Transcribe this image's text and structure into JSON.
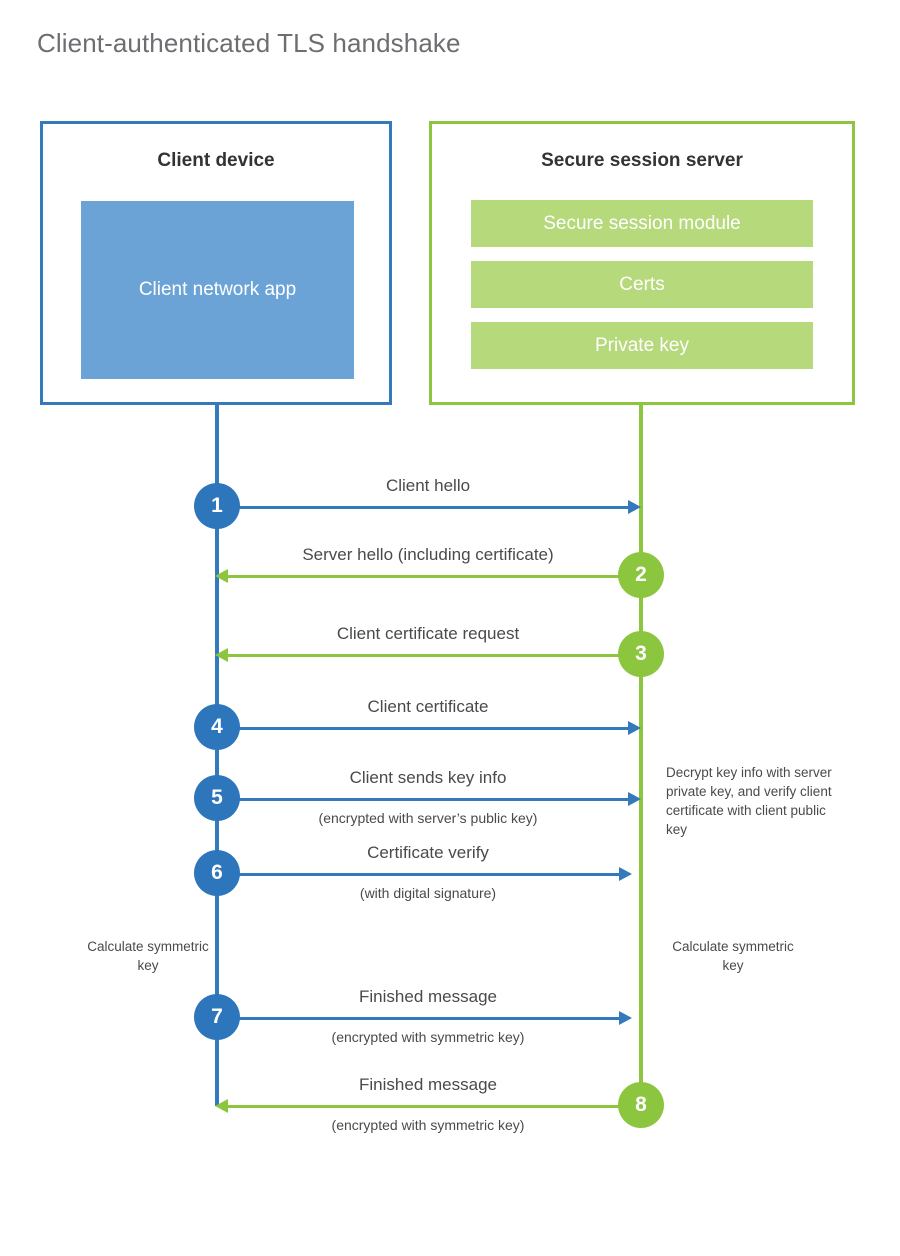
{
  "title": "Client-authenticated TLS handshake",
  "colors": {
    "client_accent": "#3579bd",
    "client_circle": "#2e76bc",
    "client_fill": "#6ba3d6",
    "server_accent": "#8cc63f",
    "server_fill": "#b5d97b",
    "title_text": "#6d6e71",
    "body_text": "#4a4a4a"
  },
  "client": {
    "title": "Client device",
    "app_label": "Client network app"
  },
  "server": {
    "title": "Secure session server",
    "bars": [
      {
        "label": "Secure session module"
      },
      {
        "label": "Certs"
      },
      {
        "label": "Private key"
      }
    ]
  },
  "messages": [
    {
      "number": "1",
      "label": "Client hello",
      "sublabel": "",
      "direction": "client-to-server",
      "color": "blue"
    },
    {
      "number": "2",
      "label": "Server hello (including certificate)",
      "sublabel": "",
      "direction": "server-to-client",
      "color": "green"
    },
    {
      "number": "3",
      "label": "Client certificate request",
      "sublabel": "",
      "direction": "server-to-client",
      "color": "green"
    },
    {
      "number": "4",
      "label": "Client certificate",
      "sublabel": "",
      "direction": "client-to-server",
      "color": "blue"
    },
    {
      "number": "5",
      "label": "Client sends key info",
      "sublabel": "(encrypted with server’s public key)",
      "direction": "client-to-server",
      "color": "blue"
    },
    {
      "number": "6",
      "label": "Certificate verify",
      "sublabel": "(with digital signature)",
      "direction": "client-to-server",
      "color": "blue"
    },
    {
      "number": "7",
      "label": "Finished message",
      "sublabel": "(encrypted with symmetric key)",
      "direction": "client-to-server",
      "color": "blue"
    },
    {
      "number": "8",
      "label": "Finished message",
      "sublabel": "(encrypted with symmetric key)",
      "direction": "server-to-client",
      "color": "green"
    }
  ],
  "notes": {
    "decrypt": "Decrypt key info with server private key, and verify client certificate with client public key",
    "calculate_client": "Calculate symmetric key",
    "calculate_server": "Calculate symmetric key"
  }
}
